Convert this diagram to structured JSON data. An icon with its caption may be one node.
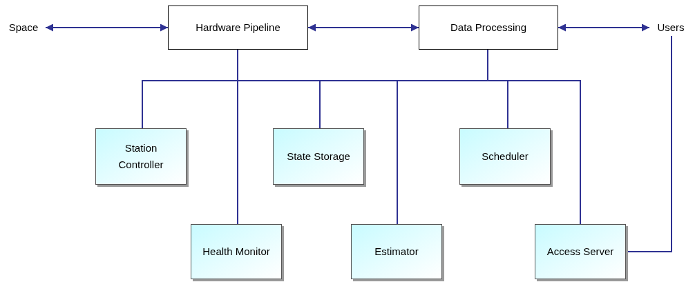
{
  "diagram": {
    "nodes": [
      {
        "text": [
          "Space"
        ]
      },
      {
        "text": [
          "Hardware Pipeline"
        ]
      },
      {
        "text": [
          "Data Processing"
        ]
      },
      {
        "text": [
          "Users"
        ]
      },
      {
        "text": [
          "Station Controller"
        ]
      },
      {
        "text": [
          "State Storage"
        ]
      },
      {
        "text": [
          "Scheduler"
        ]
      },
      {
        "text": [
          "Health Monitor"
        ]
      },
      {
        "text": [
          "Estimator"
        ]
      },
      {
        "text": [
          "Access Server"
        ]
      }
    ],
    "edges": [
      {
        "from": 0,
        "to": 1,
        "arrow": "both"
      },
      {
        "from": 1,
        "to": 2,
        "arrow": "both"
      },
      {
        "from": 2,
        "to": 3,
        "arrow": "both"
      },
      {
        "from": 3,
        "to": 9,
        "arrow": "none"
      },
      {
        "from": 1,
        "to": 7,
        "arrow": "none"
      },
      {
        "from": 2,
        "to": 4,
        "arrow": "none"
      },
      {
        "from": 2,
        "to": 5,
        "arrow": "none"
      },
      {
        "from": 2,
        "to": 8,
        "arrow": "none"
      },
      {
        "from": 2,
        "to": 6,
        "arrow": "none"
      },
      {
        "from": 2,
        "to": 9,
        "arrow": "none"
      }
    ]
  }
}
